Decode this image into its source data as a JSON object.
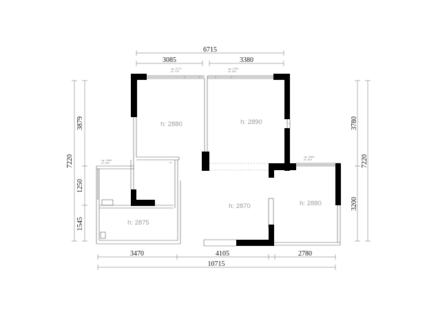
{
  "dimensions": {
    "top_total": "6715",
    "top_left": "3085",
    "top_right": "3380",
    "bottom_total": "10715",
    "bottom_left": "3470",
    "bottom_mid": "4105",
    "bottom_right": "2780",
    "left_total": "7220",
    "left_top": "3879",
    "left_mid": "1250",
    "left_bottom": "1545",
    "right_total": "7220",
    "right_top": "3780",
    "right_bottom": "3200"
  },
  "heights": {
    "room_top_left": "h: 2880",
    "room_top_right": "h: 2890",
    "room_center": "h: 2870",
    "room_right": "h: 2880",
    "room_bottom_left": "h: 2875"
  },
  "window_notes": {
    "top_left_w": "cg: 2270",
    "top_left_h": "ct: 700",
    "top_right_w": "cg: 2250",
    "top_right_h": "ct: 550",
    "left_w": "cg: 1680",
    "left_h": "ct: 650",
    "right_w": "cg: 1660",
    "right_h": "ct: 805",
    "small_note": "ct"
  }
}
